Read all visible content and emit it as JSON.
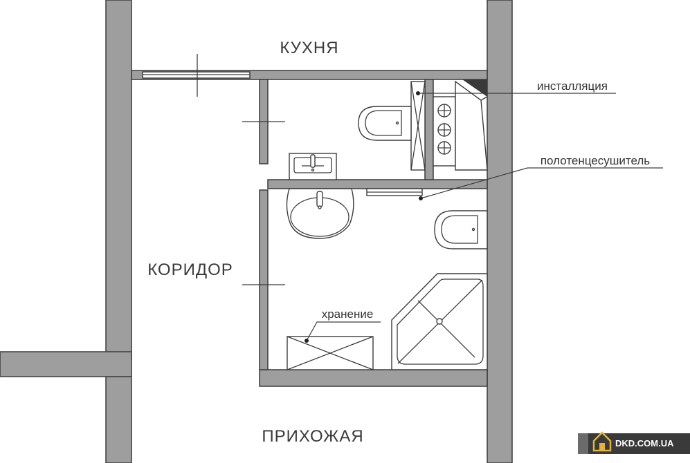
{
  "rooms": {
    "kitchen": "КУХНЯ",
    "corridor": "КОРИДОР",
    "hallway": "ПРИХОЖАЯ"
  },
  "annotations": {
    "installation": "инсталляция",
    "towel_dryer": "полотенцесушитель",
    "storage": "хранение"
  },
  "watermark": {
    "text": "DKD.COM.UA",
    "icon": "house-icon"
  },
  "colors": {
    "wall_fill": "#9e9e9e",
    "line": "#3c3c3c",
    "background": "#ffffff",
    "watermark_bg": "#3a3a3a"
  }
}
